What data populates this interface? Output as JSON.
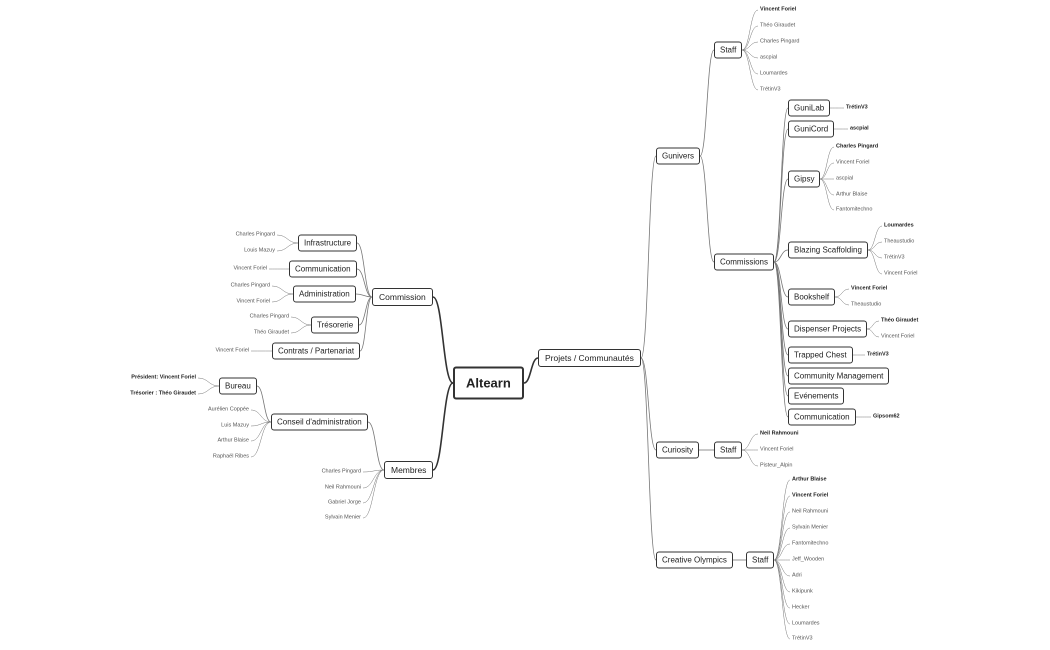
{
  "root": "Altearn",
  "nodes": {
    "projets": "Projets / Communautés",
    "gunivers": "Gunivers",
    "staff_gunivers": "Staff",
    "commissions": "Commissions",
    "gunilab": "GuniLab",
    "gunicord": "GuniCord",
    "gipsy": "Gipsy",
    "blazing": "Blazing Scaffolding",
    "bookshelf": "Bookshelf",
    "dispenser": "Dispenser Projects",
    "trapped": "Trapped Chest",
    "community": "Community Management",
    "evenements": "Evénements",
    "communication_g": "Communication",
    "curiosity": "Curiosity",
    "staff_curiosity": "Staff",
    "creative": "Creative Olympics",
    "staff_creative": "Staff",
    "commission": "Commission",
    "infrastructure": "Infrastructure",
    "communication_c": "Communication",
    "administration": "Administration",
    "tresorerie": "Trésorerie",
    "contrats": "Contrats / Partenariat",
    "membres": "Membres",
    "conseil": "Conseil d'administration",
    "bureau": "Bureau"
  },
  "leaves": {
    "staff_gunivers": [
      "Vincent Foriel",
      "Théo Giraudet",
      "Charles Pingard",
      "ascpial",
      "Loumardes",
      "TrétinV3"
    ],
    "gunilab": [
      "TrétinV3"
    ],
    "gunicord": [
      "ascpial"
    ],
    "gipsy": [
      "Charles Pingard",
      "Vincent Foriel",
      "ascpial",
      "Arthur Blaise",
      "Fantomitechno"
    ],
    "blazing": [
      "Loumardes",
      "Theaustudio",
      "TrétinV3",
      "Vincent Foriel"
    ],
    "bookshelf": [
      "Vincent Foriel",
      "Theaustudio"
    ],
    "dispenser": [
      "Théo Giraudet",
      "Vincent Foriel"
    ],
    "trapped": [
      "TrétinV3"
    ],
    "communication_g": [
      "Gipsom62"
    ],
    "staff_curiosity": [
      "Neil Rahmouni",
      "Vincent Foriel",
      "Pisteur_Alpin"
    ],
    "staff_creative": [
      "Arthur Blaise",
      "Vincent Foriel",
      "Neil Rahmouni",
      "Sylvain Menier",
      "Fantomitechno",
      "Jeff_Wooden",
      "Adri",
      "Kikipunk",
      "Hecker",
      "Loumardes",
      "TrétinV3"
    ],
    "infrastructure": [
      "Charles Pingard",
      "Louis Mazuy"
    ],
    "communication_c": [
      "Vincent Foriel"
    ],
    "administration": [
      "Charles Pingard",
      "Vincent Foriel"
    ],
    "tresorerie": [
      "Charles Pingard",
      "Théo Giraudet"
    ],
    "contrats": [
      "Vincent Foriel"
    ],
    "bureau": [
      "Président: Vincent Foriel",
      "Trésorier : Théo Giraudet"
    ],
    "conseil": [
      "Aurélien Coppée",
      "Luis Mazuy",
      "Arthur Blaise",
      "Raphaël Ribes"
    ],
    "membres": [
      "Charles Pingard",
      "Neil Rahmouni",
      "Gabriel Jorge",
      "Sylvain Menier"
    ]
  },
  "colors": {
    "line": "#333333",
    "thin_line": "#777777",
    "text": "#222222",
    "leaf_text": "#555555",
    "border": "#333333"
  }
}
